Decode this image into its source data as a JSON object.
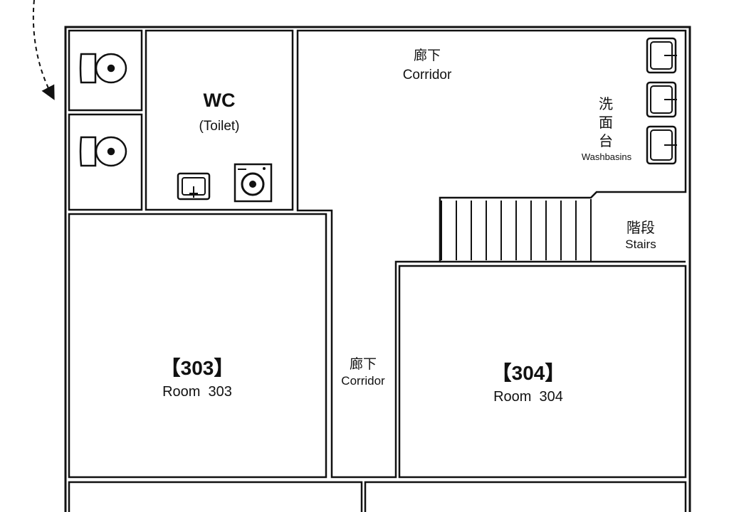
{
  "floorplan": {
    "wc": {
      "title": "WC",
      "subtitle": "(Toilet)"
    },
    "corridor_top": {
      "jp": "廊下",
      "en": "Corridor"
    },
    "corridor_mid": {
      "jp": "廊下",
      "en": "Corridor"
    },
    "washbasins": {
      "jp_1": "洗",
      "jp_2": "面",
      "jp_3": "台",
      "en": "Washbasins"
    },
    "stairs": {
      "jp": "階段",
      "en": "Stairs"
    },
    "room_303": {
      "number": "【303】",
      "name": "Room  303"
    },
    "room_304": {
      "number": "【304】",
      "name": "Room  304"
    }
  },
  "fixtures": {
    "toilet_stalls": [
      "toilet-icon",
      "toilet-icon"
    ],
    "wc_fixtures": [
      "sink-icon",
      "washing-machine-icon"
    ],
    "washbasin_icons": [
      "washbasin-icon",
      "washbasin-icon",
      "washbasin-icon"
    ]
  },
  "colors": {
    "wall": "#1a1a1a",
    "background": "#ffffff"
  }
}
